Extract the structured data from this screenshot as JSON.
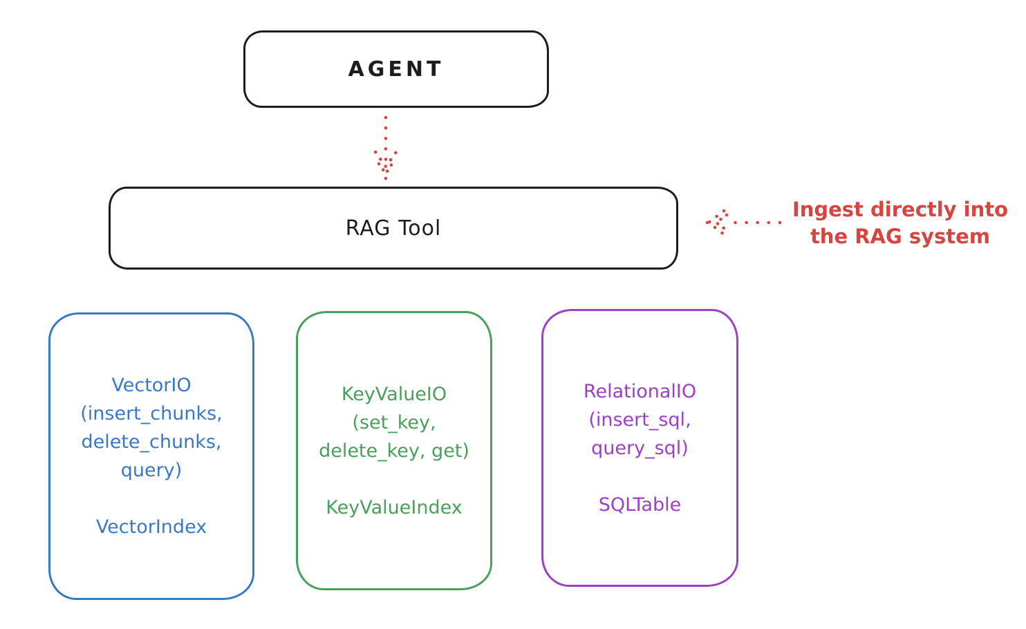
{
  "colors": {
    "ink_black": "#1d1d1d",
    "accent_red": "#d64540",
    "vector_blue": "#3b78c3",
    "keyvalue_green": "#49a05a",
    "relational_purple": "#9c40c6"
  },
  "agent_box": {
    "label": "AGENT"
  },
  "rag_tool_box": {
    "label": "RAG Tool"
  },
  "annotation": {
    "text": "Ingest directly into\nthe RAG system"
  },
  "arrows": [
    {
      "icon": "dotted-arrow-down-icon",
      "from": "agent-box",
      "to": "rag-tool-box",
      "style": "dotted",
      "color": "#d64540"
    },
    {
      "icon": "dotted-arrow-left-icon",
      "from": "annotation",
      "to": "rag-tool-box",
      "style": "dotted",
      "color": "#d64540"
    }
  ],
  "storage_boxes": [
    {
      "id": "vector-io",
      "body": "VectorIO\n(insert_chunks,\ndelete_chunks,\nquery)",
      "index_label": "VectorIndex",
      "color": "#3b78c3"
    },
    {
      "id": "key-value-io",
      "body": "KeyValueIO\n(set_key,\ndelete_key, get)",
      "index_label": "KeyValueIndex",
      "color": "#49a05a"
    },
    {
      "id": "relational-io",
      "body": "RelationalIO\n(insert_sql,\nquery_sql)",
      "index_label": "SQLTable",
      "color": "#9c40c6"
    }
  ]
}
